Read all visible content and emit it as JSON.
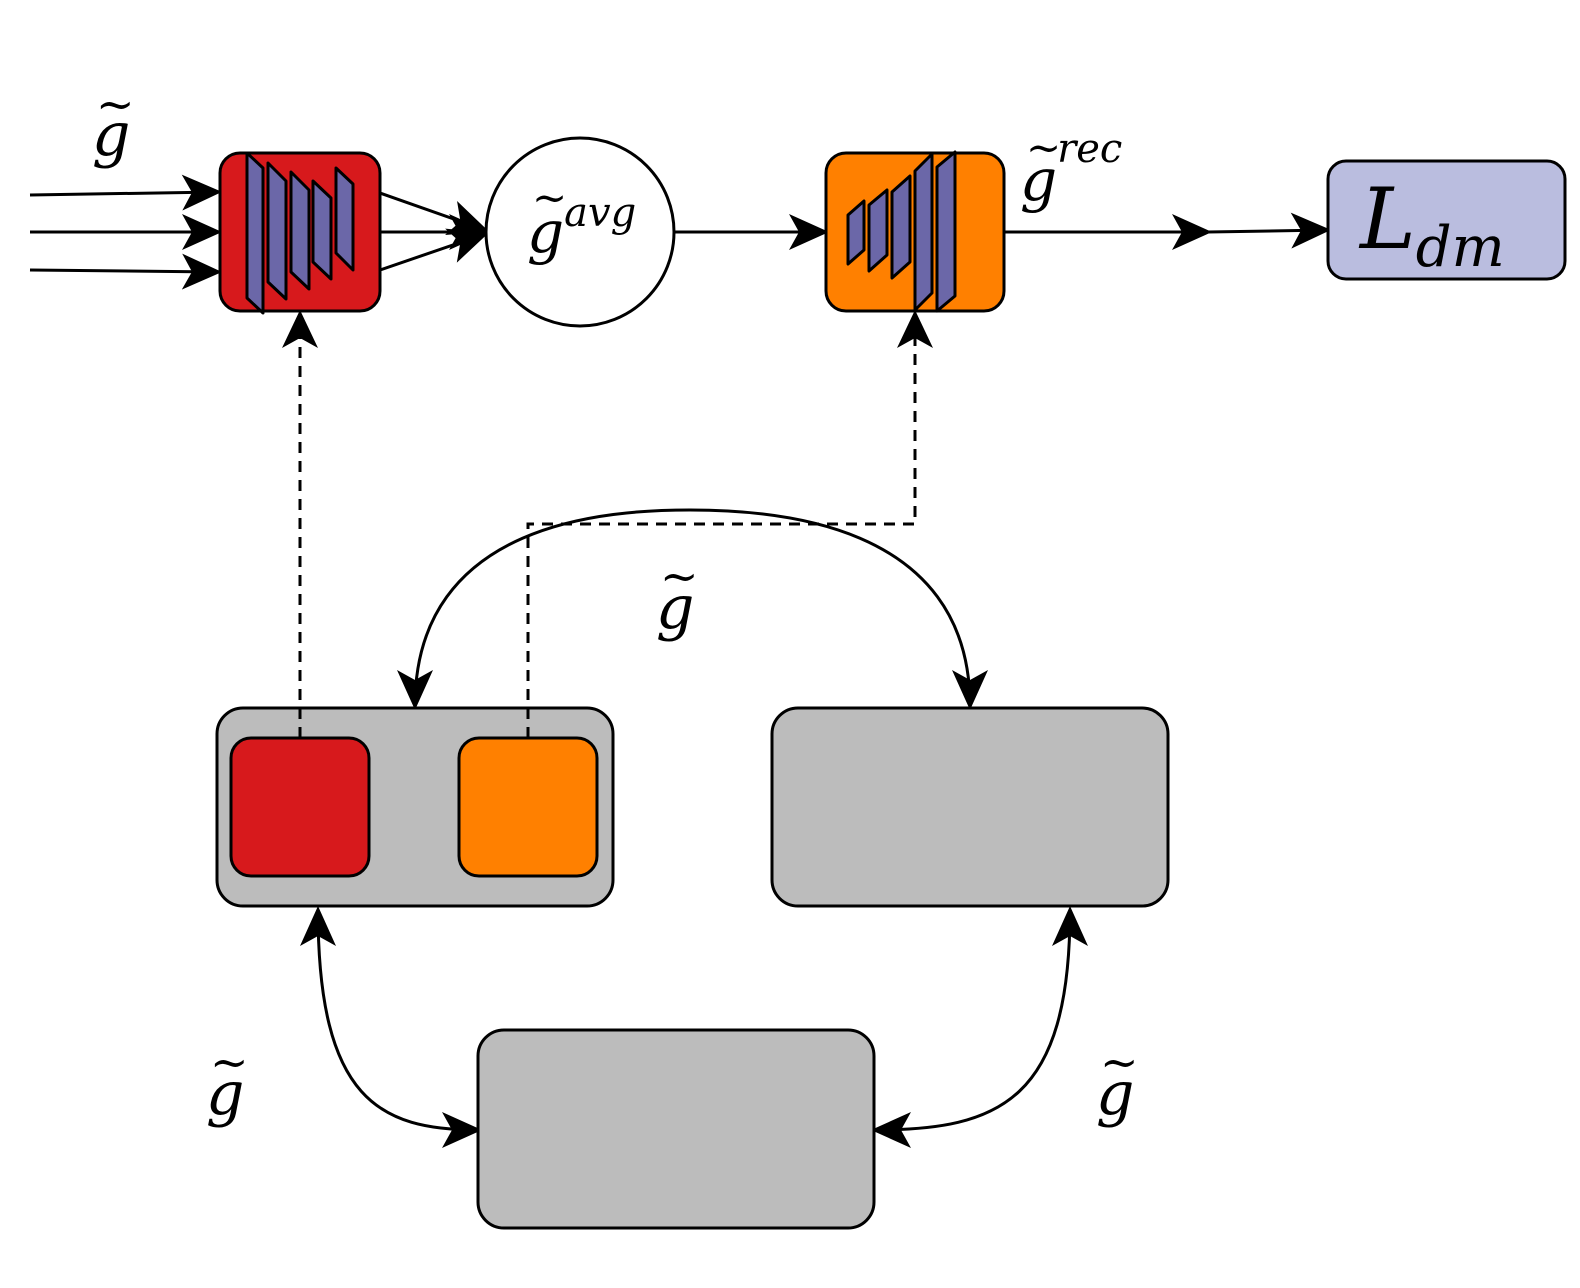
{
  "colors": {
    "encoder": "#d7191c",
    "decoder": "#ff8000",
    "layer": "#6b67a8",
    "loss": "#babddf",
    "client": "#bcbcbc",
    "stroke": "#000000",
    "background": "#ffffff"
  },
  "labels": {
    "input_g": "g",
    "avg_base": "g",
    "avg_sup": "avg",
    "rec_base": "g",
    "rec_sup": "rec",
    "loss_base": "L",
    "loss_sub": "dm",
    "exchange_top": "g",
    "exchange_left": "g",
    "exchange_right": "g"
  }
}
